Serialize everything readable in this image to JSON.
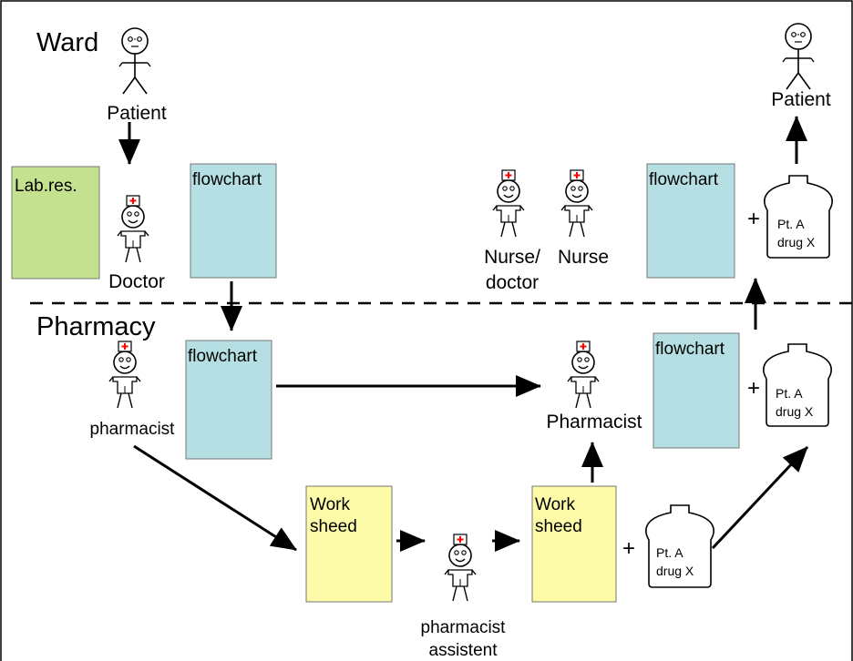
{
  "sections": {
    "ward": "Ward",
    "pharmacy": "Pharmacy"
  },
  "people": {
    "ward_patient": "Patient",
    "doctor": "Doctor",
    "nurse_doctor_line1": "Nurse/",
    "nurse_doctor_line2": "doctor",
    "nurse": "Nurse",
    "discharged_patient": "Patient",
    "pharmacist_left": "pharmacist",
    "pharmacist_right": "Pharmacist",
    "assistant_line1": "pharmacist",
    "assistant_line2": "assistent"
  },
  "documents": {
    "lab_results": "Lab.res.",
    "flowchart": "flowchart",
    "worksheet_line1": "Work",
    "worksheet_line2": "sheed"
  },
  "bottles": {
    "label_line1": "Pt. A",
    "label_line2": "drug X"
  },
  "symbols": {
    "plus": "+"
  },
  "colors": {
    "lab_results_fill": "#c3e18f",
    "flowchart_fill": "#b5dfe2",
    "worksheet_fill": "#fdfaa8",
    "nurse_cap_cross": "#ff0000",
    "line": "#000000"
  }
}
